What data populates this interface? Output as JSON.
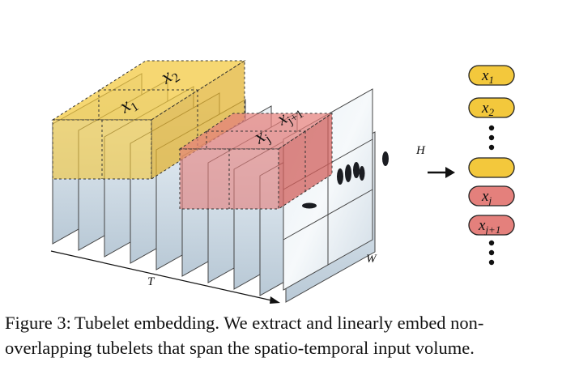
{
  "diagram": {
    "tubelets": {
      "x1": "x",
      "x1_sub": "1",
      "x2": "x",
      "x2_sub": "2",
      "xj": "x",
      "xj_sub": "j",
      "xj1": "x",
      "xj1_sub": "j+1"
    },
    "axes": {
      "h": "H",
      "w": "W",
      "t": "T"
    },
    "tokens": [
      {
        "base": "x",
        "sub": "1",
        "color": "yellow"
      },
      {
        "base": "x",
        "sub": "2",
        "color": "yellow"
      },
      {
        "base": "",
        "sub": "",
        "color": "yellow"
      },
      {
        "base": "x",
        "sub": "j",
        "color": "red"
      },
      {
        "base": "x",
        "sub": "j+1",
        "color": "red"
      }
    ],
    "colors": {
      "yellow_fill": "#f3c83c",
      "yellow_stroke": "#b9951e",
      "red_fill": "#e4807c",
      "red_stroke": "#b04a47",
      "frame_fill": "#dfe8ef",
      "frame_stroke": "#444444"
    }
  },
  "caption": {
    "label": "Figure 3:",
    "text": "Tubelet embedding. We extract and linearly embed non-overlapping tubelets that span the spatio-temporal input volume."
  }
}
